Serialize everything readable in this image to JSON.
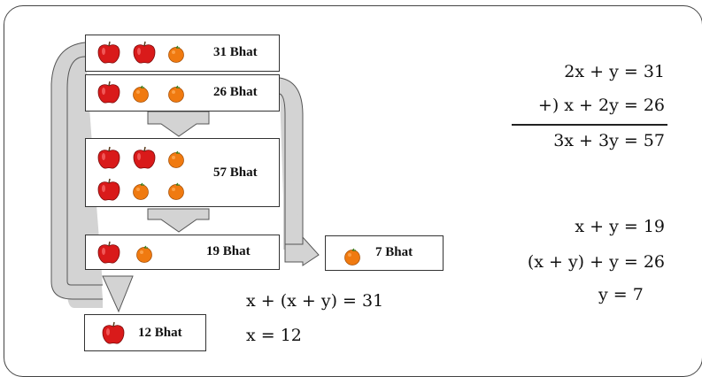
{
  "boxes": {
    "b31": {
      "price": "31 Bhat",
      "items": [
        "apple",
        "apple",
        "orange"
      ]
    },
    "b26": {
      "price": "26 Bhat",
      "items": [
        "apple",
        "orange",
        "orange"
      ]
    },
    "b57": {
      "price": "57 Bhat",
      "row1": [
        "apple",
        "apple",
        "orange"
      ],
      "row2": [
        "apple",
        "orange",
        "orange"
      ]
    },
    "b19": {
      "price": "19 Bhat",
      "items": [
        "apple",
        "orange"
      ]
    },
    "b7": {
      "price": "7 Bhat",
      "items": [
        "orange"
      ]
    },
    "b12": {
      "price": "12 Bhat",
      "items": [
        "apple"
      ]
    }
  },
  "equations": {
    "sum": {
      "line1": "2x + y = 31",
      "line2": "+) x + 2y = 26",
      "result": "3x + 3y = 57"
    },
    "solve_y": {
      "line1": "x + y = 19",
      "line2": "(x + y) + y = 26",
      "line3": "y = 7"
    },
    "solve_x": {
      "line1": "x + (x + y) = 31",
      "line2": "x = 12"
    }
  },
  "colors": {
    "apple": "#d91a1a",
    "orange": "#f07a10",
    "arrow_fill": "#d3d3d3",
    "arrow_stroke": "#555555"
  }
}
